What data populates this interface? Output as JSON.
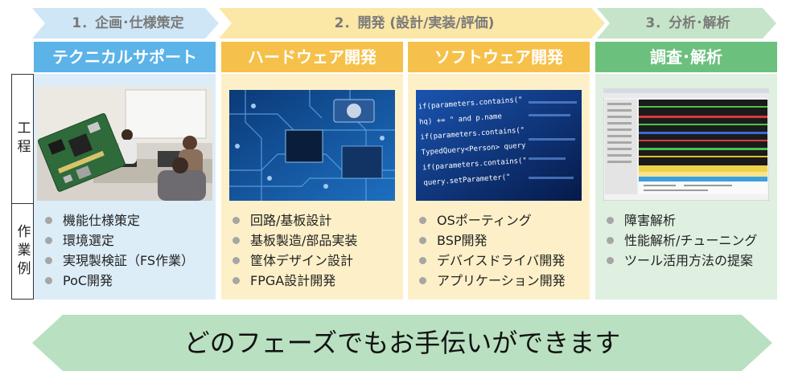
{
  "phases": [
    {
      "label": "1．企画･仕様策定"
    },
    {
      "label": "2．開発 (設計/実装/評価)"
    },
    {
      "label": "3．分析･解析"
    }
  ],
  "columns": [
    {
      "title": "テクニカルサポート",
      "color": "#5bb3e8",
      "bg": "#dcedf8",
      "items": [
        "機能仕様策定",
        "環境選定",
        "実現製検証（FS作業）",
        "PoC開発"
      ]
    },
    {
      "title": "ハードウェア開発",
      "color": "#f5c14a",
      "bg": "#fdf0c8",
      "items": [
        "回路/基板設計",
        "基板製造/部品実装",
        "筐体デザイン設計",
        "FPGA設計開発"
      ]
    },
    {
      "title": "ソフトウェア開発",
      "color": "#f5c14a",
      "bg": "#fdf0c8",
      "items": [
        "OSポーティング",
        "BSP開発",
        "デバイスドライバ開発",
        "アプリケーション開発"
      ]
    },
    {
      "title": "調査･解析",
      "color": "#6cc07d",
      "bg": "#dff0e1",
      "items": [
        "障害解析",
        "性能解析/チューニング",
        "ツール活用方法の提案"
      ]
    }
  ],
  "side_labels": {
    "process": "工程",
    "examples": "作業例"
  },
  "banner": {
    "text": "どのフェーズでもお手伝いができます"
  },
  "code_snippet": [
    "if(parameters.contains(\"",
    "hq) += \" and p.name",
    "if(parameters.contains(\"",
    "TypedQuery<Person> query",
    "if(parameters.contains(\"",
    "query.setParameter(\""
  ],
  "colors": {
    "phase_blue": "#cfe6f6",
    "phase_yellow": "#fbe7a6",
    "phase_green": "#c6e4c9",
    "banner": "#b9e0c0"
  }
}
